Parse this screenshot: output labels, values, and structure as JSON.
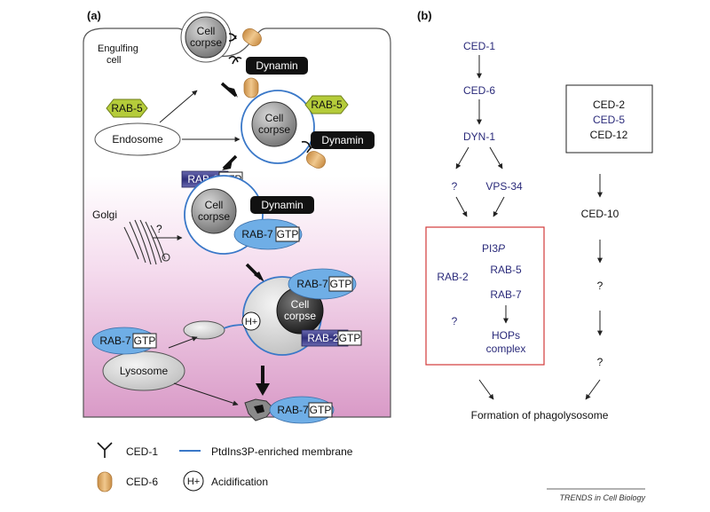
{
  "panel_a": {
    "label": "(a)",
    "engulfing_cell": "Engulfing\ncell",
    "cell_corpse": "Cell\ncorpse",
    "dynamin": "Dynamin",
    "rab5": "RAB-5",
    "endosome": "Endosome",
    "rab2": "RAB-2",
    "gtp": "GTP",
    "golgi": "Golgi",
    "question": "?",
    "rab7": "RAB-7",
    "h_plus": "H+",
    "lysosome": "Lysosome"
  },
  "legend": {
    "ced1": "CED-1",
    "ptdins": "PtdIns3P-enriched membrane",
    "ced6": "CED-6",
    "acidification": "Acidification"
  },
  "panel_b": {
    "label": "(b)",
    "ced1": "CED-1",
    "ced6": "CED-6",
    "dyn1": "DYN-1",
    "q": "?",
    "vps34": "VPS-34",
    "ced2": "CED-2",
    "ced5": "CED-5",
    "ced12": "CED-12",
    "ced10": "CED-10",
    "pi3p": "PI3P",
    "rab2": "RAB-2",
    "rab5": "RAB-5",
    "rab7": "RAB-7",
    "hops": "HOPs\ncomplex",
    "formation": "Formation of phagolysosome"
  },
  "credit": "TRENDS in Cell Biology",
  "colors": {
    "membrane_blue": "#3a78c8",
    "rab5_green": "#b5cc3a",
    "rab7_blue": "#6faee6",
    "rab2_navy": "#3a3a8a",
    "ced6_orange": "#e2b06e",
    "box_red": "#d23a3a",
    "text_navy": "#2a2a7a",
    "cell_pink": "#e9b4da"
  }
}
